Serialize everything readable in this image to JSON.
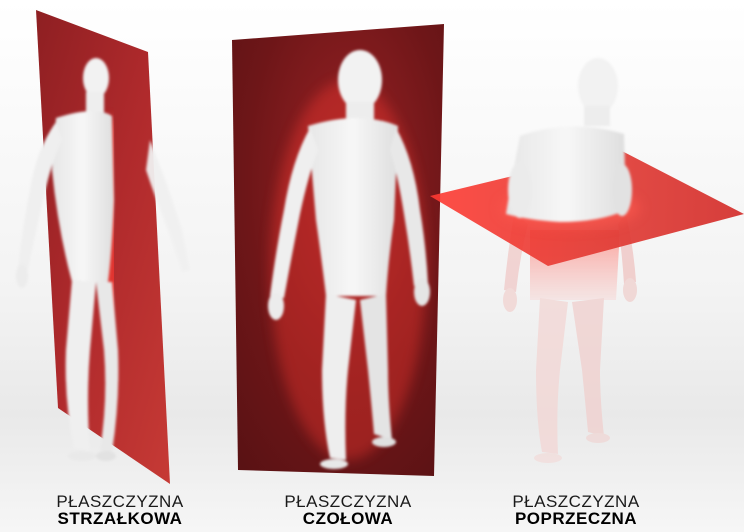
{
  "colors": {
    "plane": "#b3262b",
    "plane_dark": "#7c1a1d",
    "body": "#f2f2f2",
    "glow": "#ff3a32"
  },
  "panels": [
    {
      "line1": "PŁASZCZYZNA",
      "line2": "STRZAŁKOWA"
    },
    {
      "line1": "PŁASZCZYZNA",
      "line2": "CZOŁOWA"
    },
    {
      "line1": "PŁASZCZYZNA",
      "line2": "POPRZECZNA"
    }
  ]
}
